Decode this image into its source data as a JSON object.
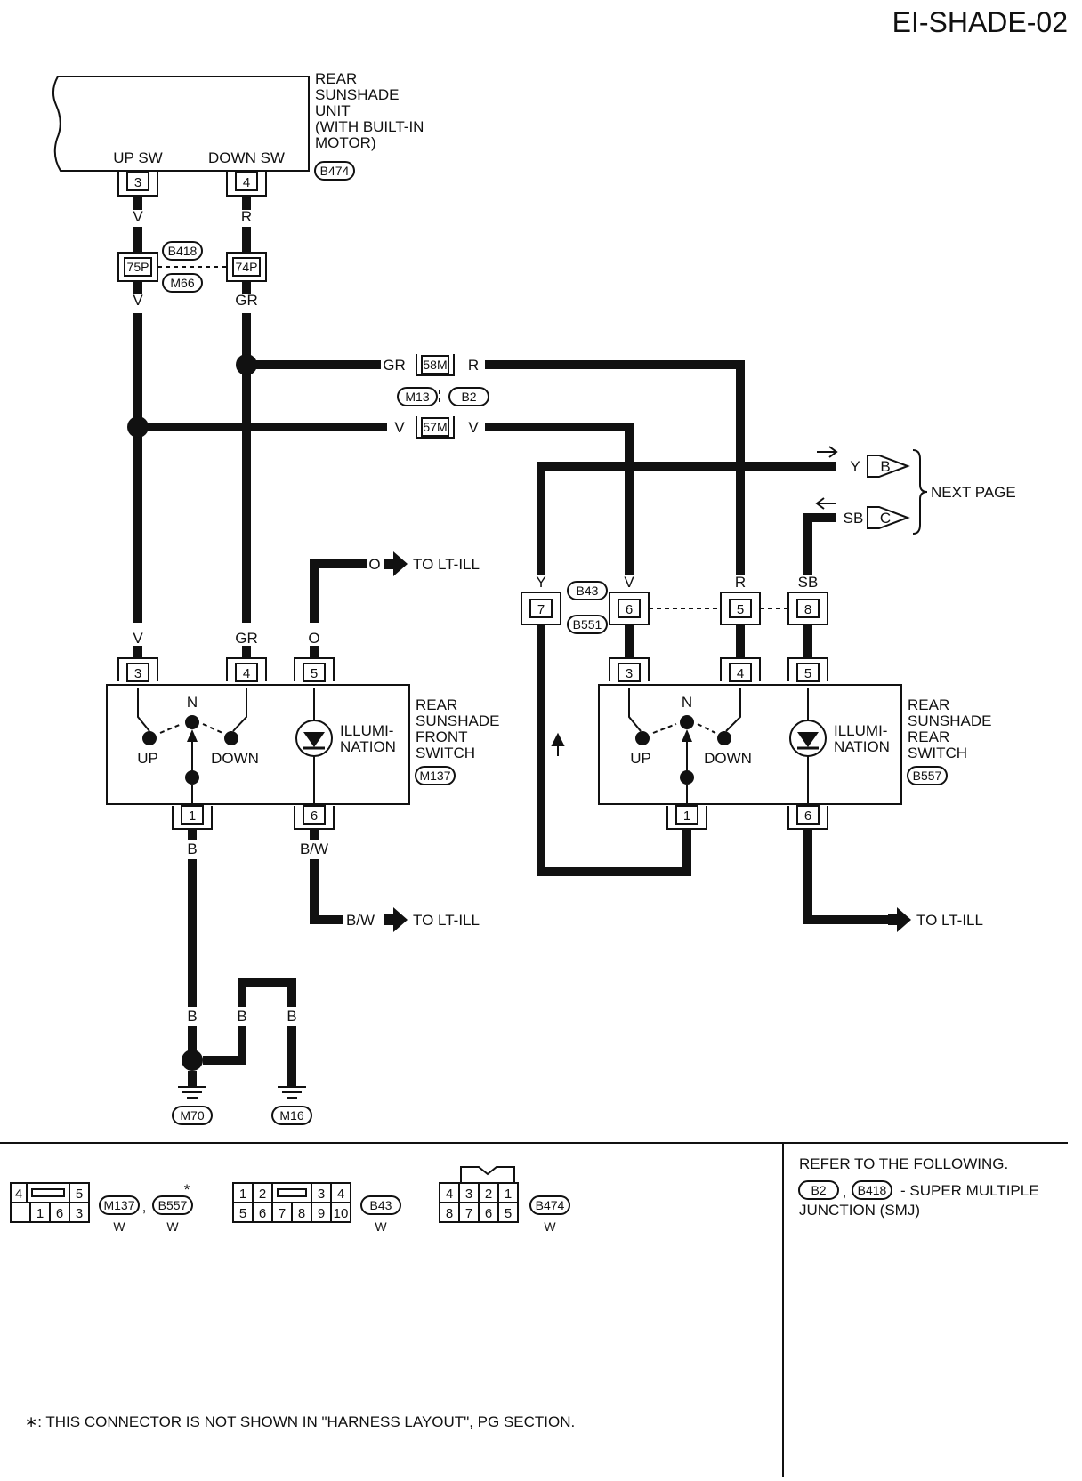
{
  "page_title": "EI-SHADE-02",
  "rear_unit": {
    "label_lines": [
      "REAR",
      "SUNSHADE",
      "UNIT",
      "(WITH BUILT-IN",
      " MOTOR)"
    ],
    "connector": "B474",
    "up_sw": "UP SW",
    "down_sw": "DOWN SW",
    "pin_up": "3",
    "pin_down": "4"
  },
  "joint": {
    "top": "B418",
    "bottom": "M66",
    "pin_left": "75P",
    "pin_right": "74P"
  },
  "mid_joint": {
    "pin_upper": "58M",
    "pin_lower": "57M",
    "conn_left": "M13",
    "conn_right": "B2"
  },
  "wires": {
    "v": "V",
    "r": "R",
    "gr": "GR",
    "o": "O",
    "b": "B",
    "bw": "B/W",
    "y": "Y",
    "sb": "SB"
  },
  "next_page": {
    "label": "NEXT PAGE",
    "arrow_b": "B",
    "arrow_c": "C"
  },
  "to_lt_ill": "TO LT-ILL",
  "front_switch": {
    "label_lines": [
      "REAR",
      "SUNSHADE",
      "FRONT",
      "SWITCH"
    ],
    "connector": "M137",
    "pins": [
      "3",
      "4",
      "5",
      "1",
      "6"
    ],
    "n": "N",
    "up": "UP",
    "down": "DOWN",
    "illum_lines": [
      "ILLUMI-",
      "NATION"
    ]
  },
  "rear_switch": {
    "label_lines": [
      "REAR",
      "SUNSHADE",
      "REAR",
      "SWITCH"
    ],
    "connector": "B557",
    "pins": [
      "3",
      "4",
      "5",
      "1",
      "6"
    ],
    "n": "N",
    "up": "UP",
    "down": "DOWN",
    "illum_lines": [
      "ILLUMI-",
      "NATION"
    ]
  },
  "b43_row": {
    "top": "B43",
    "bottom": "B551",
    "pins": [
      "7",
      "6",
      "5",
      "8"
    ]
  },
  "grounds": [
    "M70",
    "M16"
  ],
  "connector_views": {
    "c1": {
      "top": [
        "4",
        "5"
      ],
      "bottom": [
        "1",
        "6",
        "3"
      ],
      "labels": [
        "M137",
        "B557"
      ],
      "sep": ",",
      "star": "*",
      "color": "W"
    },
    "c2": {
      "top": [
        "1",
        "2",
        "3",
        "4"
      ],
      "bottom": [
        "5",
        "6",
        "7",
        "8",
        "9",
        "10"
      ],
      "label": "B43",
      "color": "W"
    },
    "c3": {
      "top": [
        "4",
        "3",
        "2",
        "1"
      ],
      "bottom": [
        "8",
        "7",
        "6",
        "5"
      ],
      "label": "B474",
      "color": "W"
    }
  },
  "refer": {
    "title": "REFER TO THE FOLLOWING.",
    "c1": "B2",
    "sep": ",",
    "c2": "B418",
    "desc": "- SUPER MULTIPLE",
    "desc2": "JUNCTION (SMJ)"
  },
  "footnote": "∗: THIS CONNECTOR IS NOT SHOWN IN \"HARNESS LAYOUT\", PG SECTION."
}
